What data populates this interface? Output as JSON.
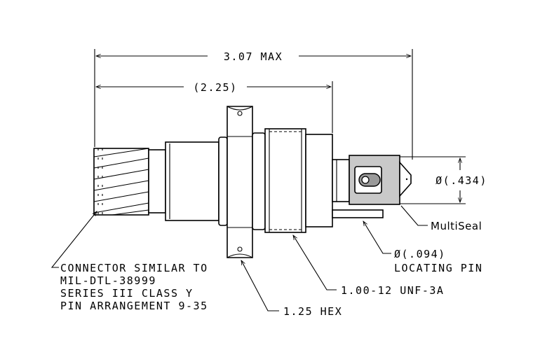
{
  "dimensions": {
    "overall_length": "3.07 MAX",
    "reference_length": "(2.25)",
    "diameter": "Ø(.434)"
  },
  "callouts": {
    "multiseal": "MultiSeal",
    "locating_pin_dia": "Ø(.094)",
    "locating_pin_label": "LOCATING PIN",
    "thread": "1.00-12 UNF-3A",
    "hex": "1.25 HEX",
    "connector_line1": "CONNECTOR SIMILAR TO",
    "connector_line2": "MIL-DTL-38999",
    "connector_line3": "SERIES III CLASS Y",
    "connector_line4": "PIN ARRANGEMENT 9-35"
  }
}
